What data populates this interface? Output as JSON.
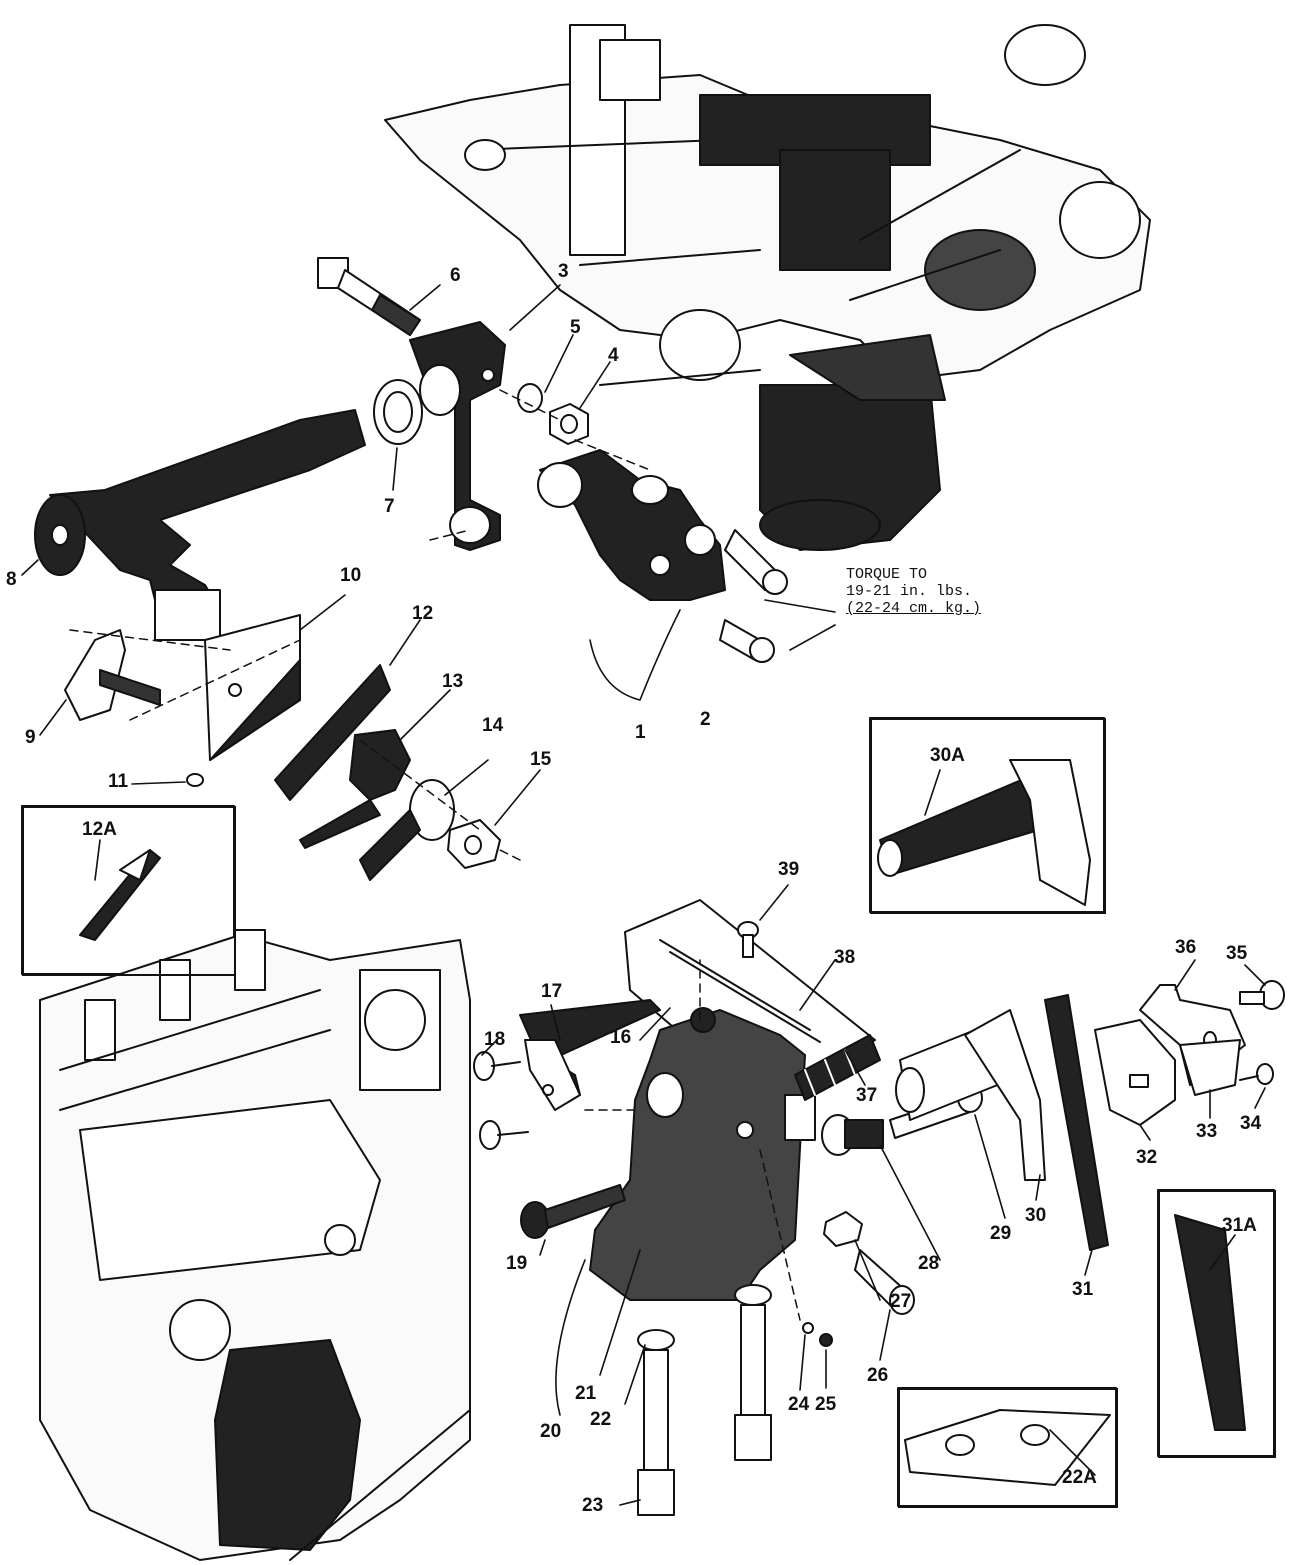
{
  "torque_note": {
    "line1": "TORQUE TO",
    "line2": "19-21 in. lbs.",
    "line3": "(22-24 cm. kg.)"
  },
  "labels": {
    "p1": "1",
    "p2": "2",
    "p3": "3",
    "p4": "4",
    "p5": "5",
    "p6": "6",
    "p7": "7",
    "p8": "8",
    "p9": "9",
    "p10": "10",
    "p11": "11",
    "p12": "12",
    "p12a": "12A",
    "p13": "13",
    "p14": "14",
    "p15": "15",
    "p16": "16",
    "p17": "17",
    "p18": "18",
    "p19": "19",
    "p20": "20",
    "p21": "21",
    "p22": "22",
    "p22a": "22A",
    "p23": "23",
    "p24": "24",
    "p25": "25",
    "p26": "26",
    "p27": "27",
    "p28": "28",
    "p29": "29",
    "p30": "30",
    "p30a": "30A",
    "p31": "31",
    "p31a": "31A",
    "p32": "32",
    "p33": "33",
    "p34": "34",
    "p35": "35",
    "p36": "36",
    "p37": "37",
    "p38": "38",
    "p39": "39"
  }
}
